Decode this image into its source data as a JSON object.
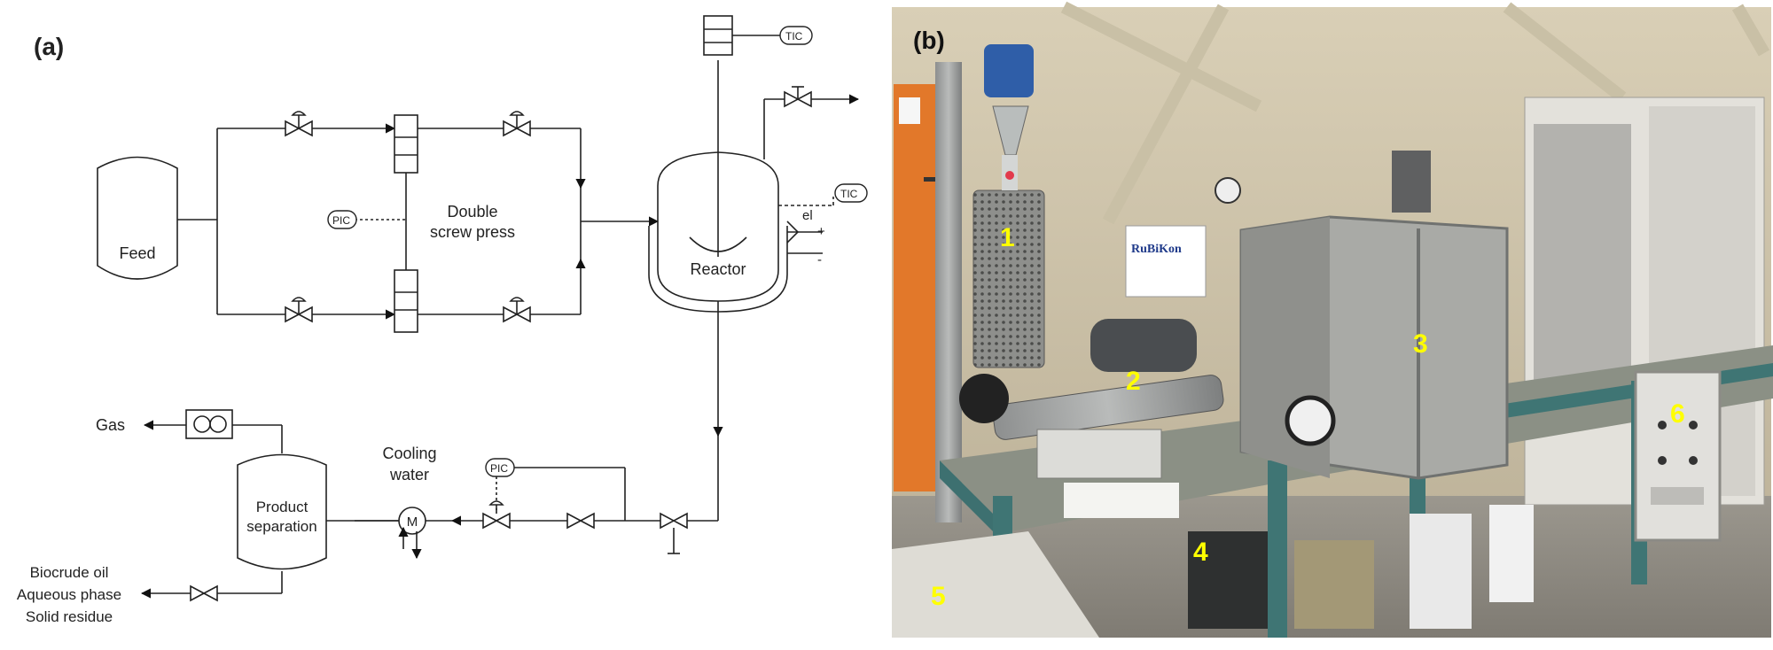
{
  "panel_a": {
    "label": "(a)",
    "feed": "Feed",
    "double_screw_press_line1": "Double",
    "double_screw_press_line2": "screw press",
    "reactor": "Reactor",
    "el_label": "el",
    "plus_label": "+",
    "minus_label": "-",
    "tic_top": "TIC",
    "tic_right": "TIC",
    "pic_press": "PIC",
    "pic_bottom": "PIC",
    "gas": "Gas",
    "product_separation_line1": "Product",
    "product_separation_line2": "separation",
    "cooling_water_line1": "Cooling",
    "cooling_water_line2": "water",
    "heat_exchanger_symbol": "M",
    "outputs": [
      "Biocrude oil",
      "Aqueous phase",
      "Solid residue"
    ]
  },
  "panel_b": {
    "label": "(b)",
    "numbers": [
      "1",
      "2",
      "3",
      "4",
      "5",
      "6"
    ],
    "sign_text": "RuBiKon"
  }
}
